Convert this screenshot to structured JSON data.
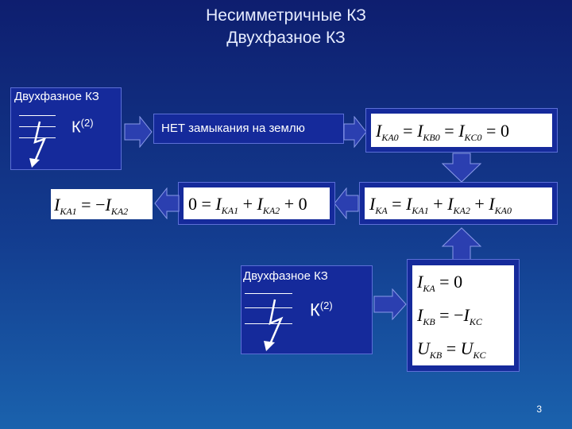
{
  "title": {
    "line1": "Несимметричные КЗ",
    "line2": "Двухфазное КЗ"
  },
  "fault_box_top": {
    "label": "Двухфазное КЗ",
    "k_label": "К",
    "k_sup": "(2)"
  },
  "no_ground_box": {
    "text": "НЕТ замыкания на землю"
  },
  "eq_zero_seq": {
    "a": "I",
    "a_sub": "KA0",
    "op1": " = ",
    "b": "I",
    "b_sub": "KB0",
    "op2": " = ",
    "c": "I",
    "c_sub": "KC0",
    "op3": " = 0"
  },
  "eq_current_sum": {
    "a": "I",
    "a_sub": "KA",
    "op1": " = ",
    "b": "I",
    "b_sub": "KA1",
    "op2": " + ",
    "c": "I",
    "c_sub": "KA2",
    "op3": " + ",
    "d": "I",
    "d_sub": "KA0"
  },
  "eq_zero_sum": {
    "lead": "0 = ",
    "a": "I",
    "a_sub": "KA1",
    "op1": " + ",
    "b": "I",
    "b_sub": "KA2",
    "op2": " + 0"
  },
  "eq_result": {
    "a": "I",
    "a_sub": "KA1",
    "op1": " = −",
    "b": "I",
    "b_sub": "KA2"
  },
  "fault_box_bottom": {
    "label": "Двухфазное КЗ",
    "k_label": "К",
    "k_sup": "(2)"
  },
  "boundary_conditions": {
    "line1": {
      "a": "I",
      "a_sub": "KA",
      "rest": " = 0"
    },
    "line2": {
      "a": "I",
      "a_sub": "KB",
      "op": " = −",
      "b": "I",
      "b_sub": "KC"
    },
    "line3": {
      "a": "U",
      "a_sub": "KB",
      "op": " = ",
      "b": "U",
      "b_sub": "KC"
    }
  },
  "page_number": "3",
  "colors": {
    "background_top": "#0e1e6f",
    "background_bottom": "#1a62ad",
    "box_fill": "#152a9b",
    "arrow_fill": "#2b3fb0"
  }
}
